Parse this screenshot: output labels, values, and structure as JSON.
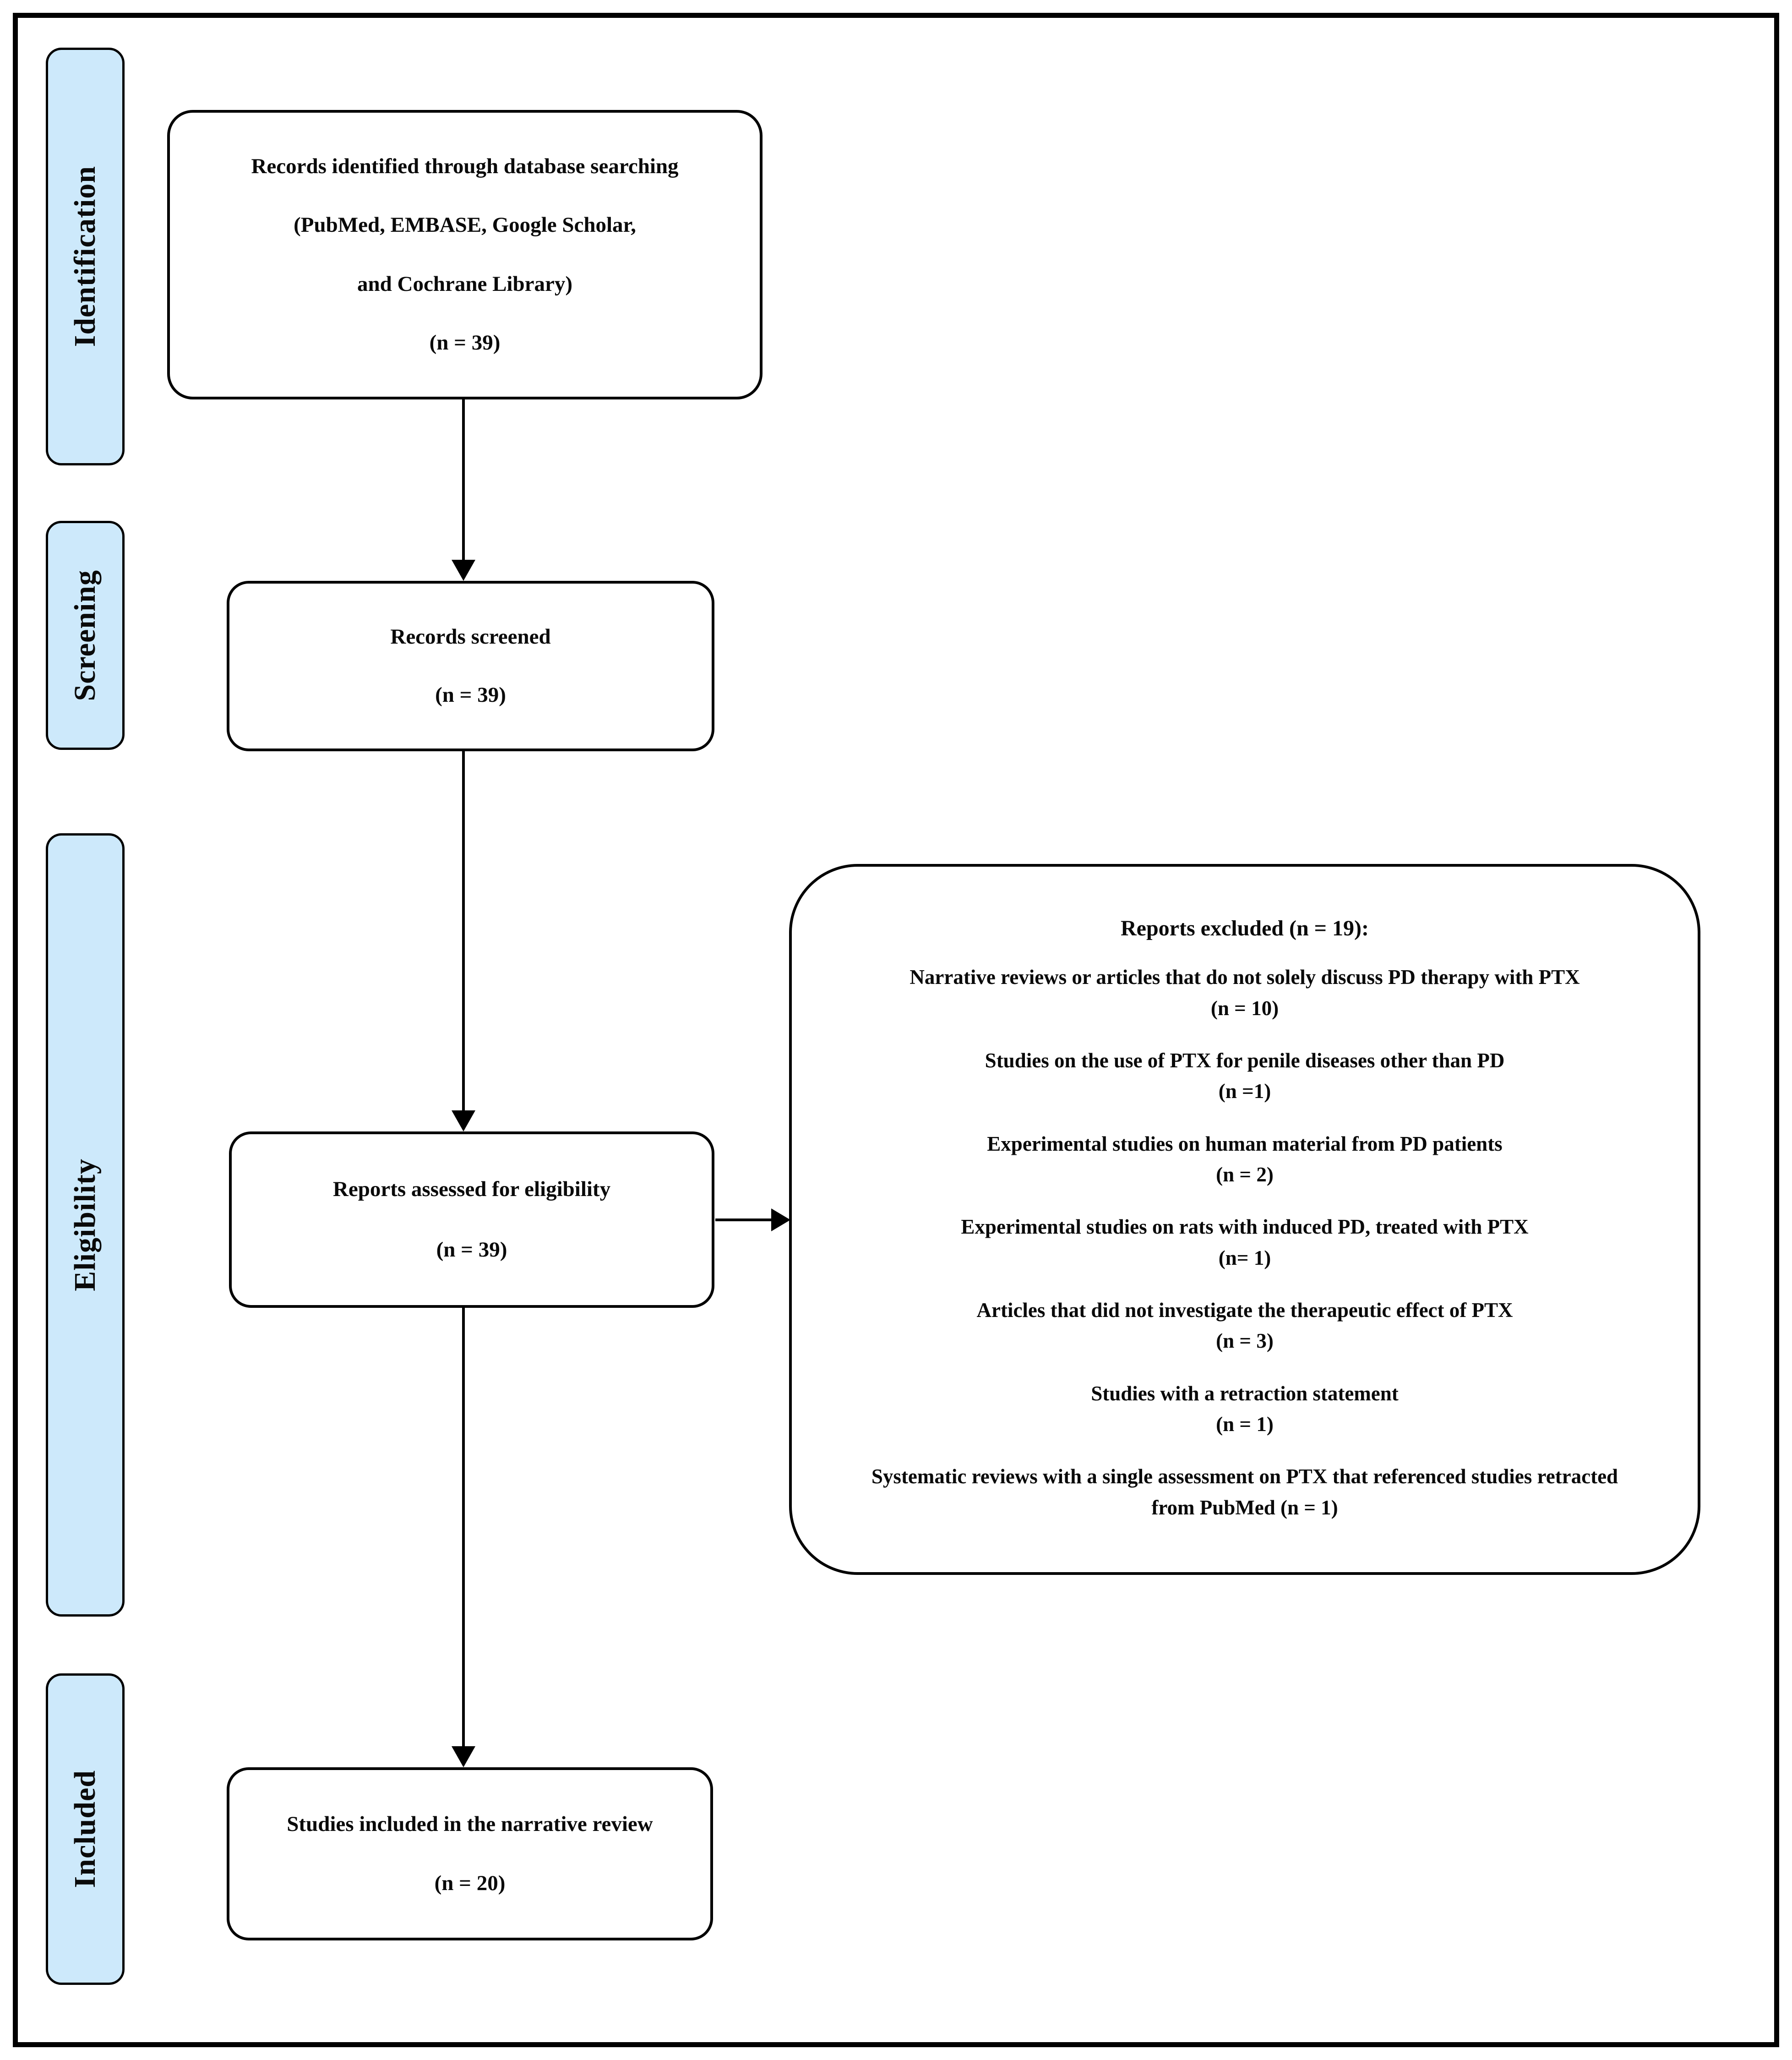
{
  "diagram": {
    "type": "prisma-flow",
    "colors": {
      "stage_fill": "#CDE9FB",
      "box_fill": "#FFFFFF",
      "border": "#000000",
      "text": "#0A0A0A"
    },
    "sidebar": {
      "stages": [
        {
          "label": "Identification"
        },
        {
          "label": "Screening"
        },
        {
          "label": "Eligibility"
        },
        {
          "label": "Included"
        }
      ]
    },
    "boxes": {
      "identified": {
        "lines": [
          "Records identified through database searching",
          "(PubMed, EMBASE, Google Scholar,",
          "and Cochrane Library)",
          "(n = 39)"
        ]
      },
      "screened": {
        "lines": [
          "Records screened",
          "(n = 39)"
        ]
      },
      "assessed": {
        "lines": [
          "Reports assessed for eligibility",
          "(n = 39)"
        ]
      },
      "included": {
        "lines": [
          "Studies included in the narrative review",
          "(n = 20)"
        ]
      },
      "excluded": {
        "title": "Reports excluded (n = 19):",
        "items": [
          {
            "lines": [
              "Narrative reviews or articles that do not solely discuss PD therapy with PTX",
              "(n = 10)"
            ]
          },
          {
            "lines": [
              "Studies on the use of PTX for penile diseases other than PD",
              "(n =1)"
            ]
          },
          {
            "lines": [
              "Experimental studies on human material from PD patients",
              "(n = 2)"
            ]
          },
          {
            "lines": [
              "Experimental studies on rats with induced PD, treated with PTX",
              "(n= 1)"
            ]
          },
          {
            "lines": [
              "Articles that did not investigate the therapeutic effect of PTX",
              "(n = 3)"
            ]
          },
          {
            "lines": [
              "Studies with a retraction statement",
              "(n = 1)"
            ]
          },
          {
            "lines": [
              "Systematic reviews with a single assessment on PTX that referenced studies retracted",
              "from PubMed (n = 1)"
            ]
          }
        ]
      }
    }
  }
}
